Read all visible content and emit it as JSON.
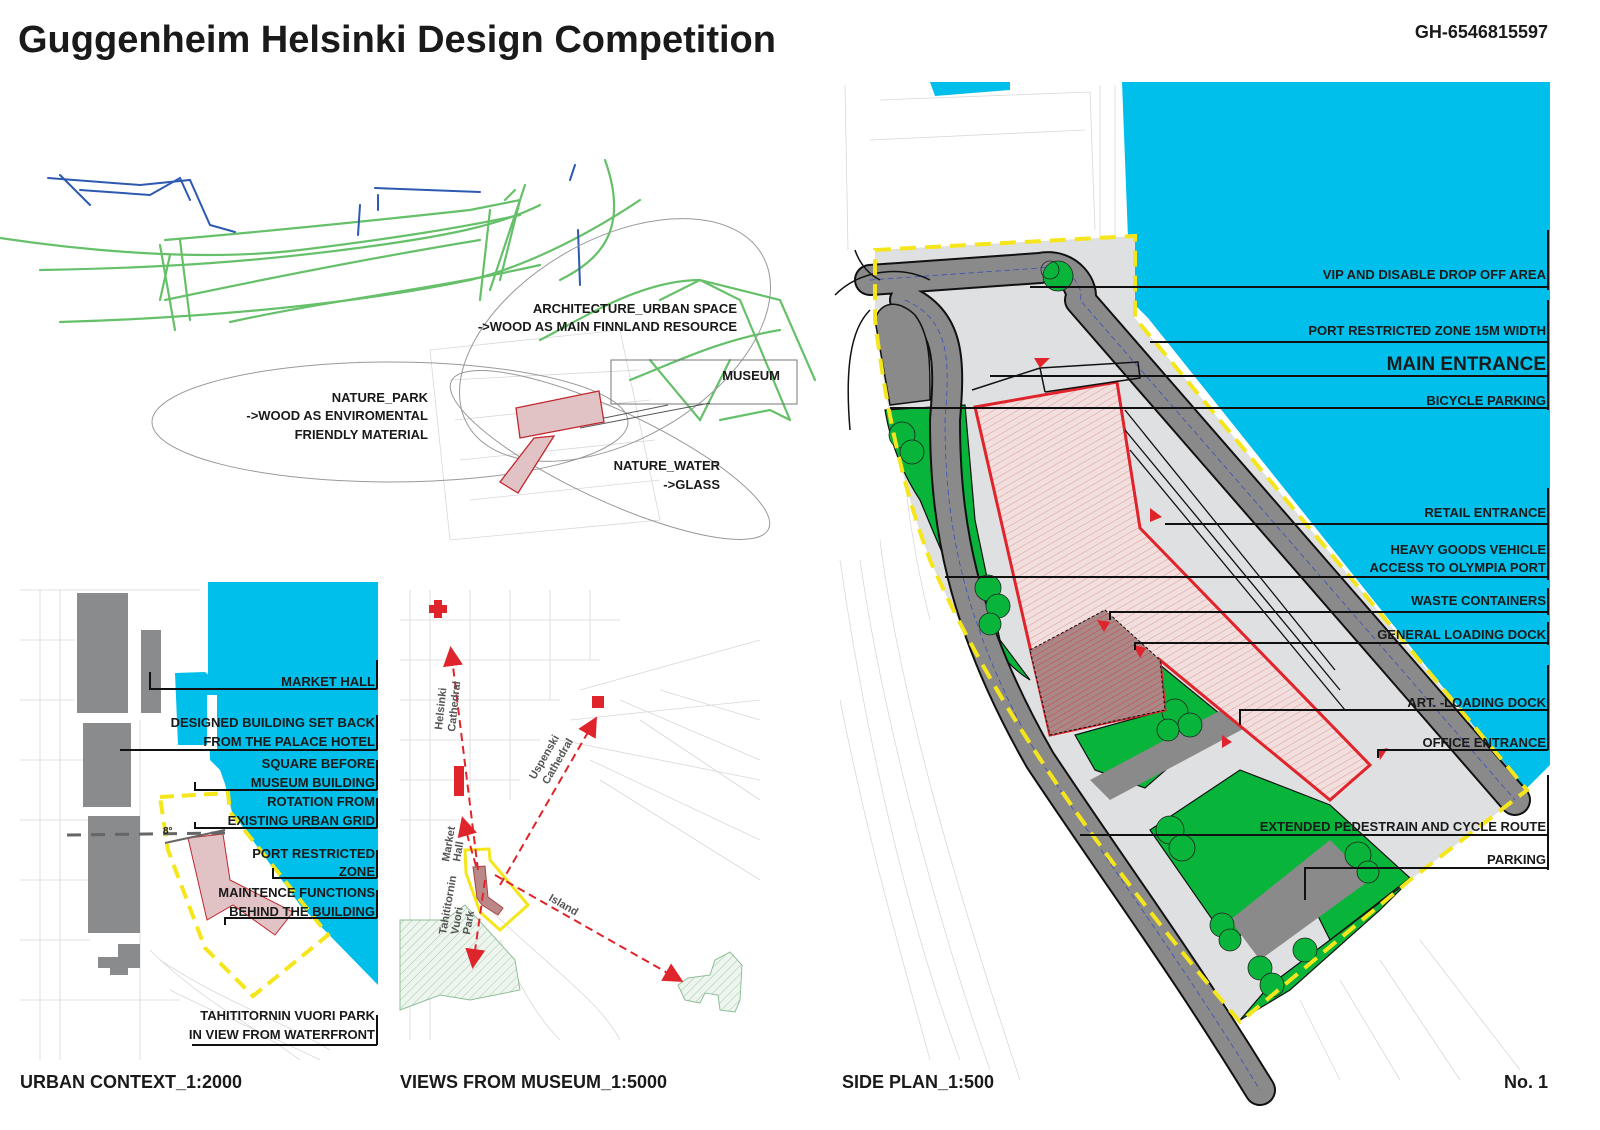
{
  "header": {
    "title": "Guggenheim Helsinki Design Competition",
    "code": "GH-6546815597",
    "sheet": "No. 1"
  },
  "colors": {
    "water": "#00bfea",
    "green": "#08b43a",
    "road": "#8a8a8a",
    "site": "#dfe0e2",
    "boundary": "#f5e61c",
    "building": "#e0242b"
  },
  "concept": {
    "architecture": [
      "ARCHITECTURE_URBAN SPACE",
      "->WOOD AS MAIN FINNLAND RESOURCE"
    ],
    "museum": "MUSEUM",
    "park": [
      "NATURE_PARK",
      "->WOOD AS ENVIROMENTAL",
      "FRIENDLY MATERIAL"
    ],
    "water": [
      "NATURE_WATER",
      "->GLASS"
    ]
  },
  "urban_context": {
    "title": "URBAN CONTEXT_1:2000",
    "angle": "8°",
    "labels": [
      [
        "MARKET HALL"
      ],
      [
        "DESIGNED BUILDING SET BACK",
        "FROM THE PALACE HOTEL"
      ],
      [
        "SQUARE BEFORE",
        "MUSEUM BUILDING"
      ],
      [
        "ROTATION FROM",
        "EXISTING URBAN GRID"
      ],
      [
        "PORT RESTRICTED",
        "ZONE"
      ],
      [
        "MAINTENCE FUNCTIONS",
        "BEHIND THE BUILDING"
      ],
      [
        "TAHITITORNIN VUORI PARK",
        "IN VIEW FROM WATERFRONT"
      ]
    ]
  },
  "views": {
    "title": "VIEWS FROM MUSEUM_1:5000",
    "labels": {
      "helsinki": [
        "Helsinki",
        "Cathedral"
      ],
      "uspenski": [
        "Uspenski",
        "Cathedral"
      ],
      "market": [
        "Market",
        "Hall"
      ],
      "park": [
        "Tahititornin",
        "Vuori",
        "Park"
      ],
      "island": "Island"
    }
  },
  "site_plan": {
    "title": "SIDE PLAN_1:500",
    "labels": [
      [
        "VIP AND DISABLE DROP OFF AREA"
      ],
      [
        "PORT RESTRICTED ZONE 15M WIDTH"
      ],
      [
        "MAIN ENTRANCE"
      ],
      [
        "BICYCLE PARKING"
      ],
      [
        "RETAIL ENTRANCE"
      ],
      [
        "HEAVY GOODS VEHICLE",
        "ACCESS TO OLYMPIA PORT"
      ],
      [
        "WASTE CONTAINERS"
      ],
      [
        "GENERAL LOADING DOCK"
      ],
      [
        "ART. -LOADING  DOCK"
      ],
      [
        "OFFICE ENTRANCE"
      ],
      [
        "EXTENDED PEDESTRAIN AND CYCLE ROUTE"
      ],
      [
        "PARKING"
      ]
    ]
  }
}
